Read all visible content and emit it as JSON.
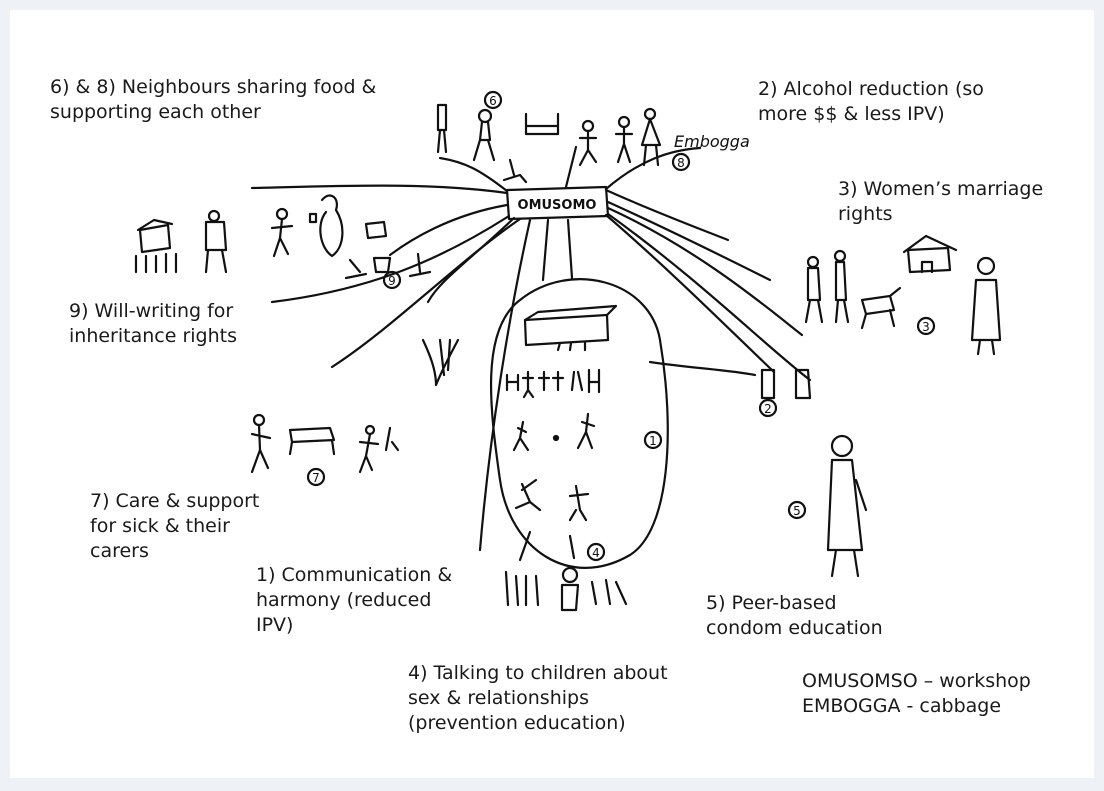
{
  "labels": {
    "neighbours": [
      "6) & 8) Neighbours sharing food &",
      "supporting each other"
    ],
    "alcohol": [
      "2) Alcohol reduction (so",
      "more $$ & less IPV)"
    ],
    "women": [
      "3) Women’s marriage",
      "rights"
    ],
    "will": [
      "9) Will-writing for",
      "inheritance rights"
    ],
    "care": [
      "7) Care & support",
      "for sick & their",
      "carers"
    ],
    "communication": [
      "1) Communication &",
      "harmony (reduced",
      "IPV)"
    ],
    "peer": [
      "5) Peer-based",
      "condom education"
    ],
    "children": [
      "4) Talking to children about",
      "sex & relationships",
      "(prevention education)"
    ],
    "glossary": [
      "OMUSOMSO – workshop",
      "EMBOGGA - cabbage"
    ]
  },
  "drawing": {
    "hub_text": "OMUSOMO",
    "embogga_text": "Embogga",
    "circled_numbers": [
      "6",
      "8",
      "9",
      "3",
      "2",
      "1",
      "7",
      "4",
      "5"
    ]
  }
}
